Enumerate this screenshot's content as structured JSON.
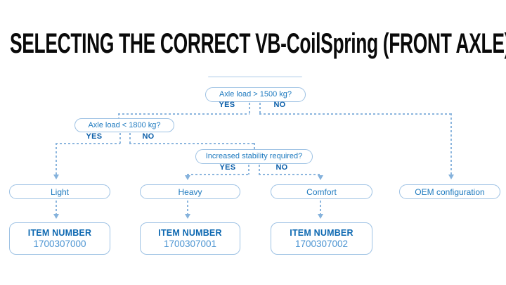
{
  "title": "SELECTING THE CORRECT VB-CoilSpring (FRONT AXLE)",
  "colors": {
    "title": "#0a0a0a",
    "node_border": "#9ec2e4",
    "node_text": "#1e7abf",
    "branch_label_text": "#0c5faa",
    "connector": "#8cb6de",
    "item_label": "#0d68b1",
    "item_value": "#4b94d2",
    "background": "#ffffff"
  },
  "flowchart": {
    "decisions": [
      {
        "question": "Axle load > 1500 kg?",
        "yes": "YES",
        "no": "NO"
      },
      {
        "question": "Axle load < 1800 kg?",
        "yes": "YES",
        "no": "NO"
      },
      {
        "question": "Increased stability required?",
        "yes": "YES",
        "no": "NO"
      }
    ],
    "outcomes": [
      {
        "label": "Light",
        "item_label": "ITEM NUMBER",
        "item_number": "1700307000"
      },
      {
        "label": "Heavy",
        "item_label": "ITEM NUMBER",
        "item_number": "1700307001"
      },
      {
        "label": "Comfort",
        "item_label": "ITEM NUMBER",
        "item_number": "1700307002"
      },
      {
        "label": "OEM configuration"
      }
    ]
  }
}
